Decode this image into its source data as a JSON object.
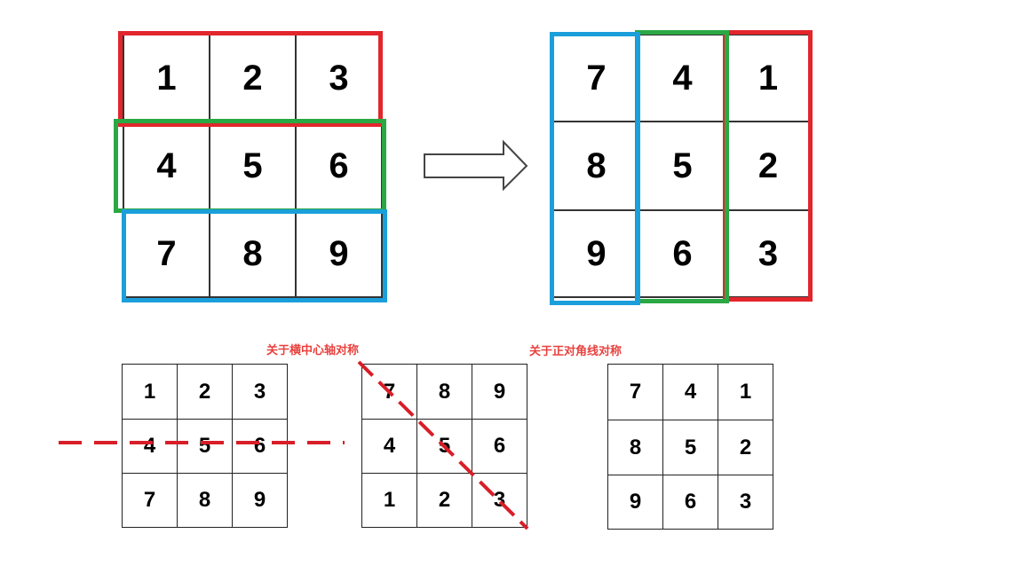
{
  "colors": {
    "red": "#e2262c",
    "green": "#2aa844",
    "blue": "#1b9fdb",
    "dash": "#d81e28"
  },
  "top_left": {
    "rows": [
      [
        "1",
        "2",
        "3"
      ],
      [
        "4",
        "5",
        "6"
      ],
      [
        "7",
        "8",
        "9"
      ]
    ]
  },
  "top_right": {
    "rows": [
      [
        "7",
        "4",
        "1"
      ],
      [
        "8",
        "5",
        "2"
      ],
      [
        "9",
        "6",
        "3"
      ]
    ]
  },
  "bottom_1": {
    "rows": [
      [
        "1",
        "2",
        "3"
      ],
      [
        "4",
        "5",
        "6"
      ],
      [
        "7",
        "8",
        "9"
      ]
    ]
  },
  "bottom_2": {
    "caption": "关于横中心轴对称",
    "rows": [
      [
        "7",
        "8",
        "9"
      ],
      [
        "4",
        "5",
        "6"
      ],
      [
        "1",
        "2",
        "3"
      ]
    ]
  },
  "bottom_3": {
    "caption": "关于正对角线对称",
    "rows": [
      [
        "7",
        "4",
        "1"
      ],
      [
        "8",
        "5",
        "2"
      ],
      [
        "9",
        "6",
        "3"
      ]
    ]
  }
}
